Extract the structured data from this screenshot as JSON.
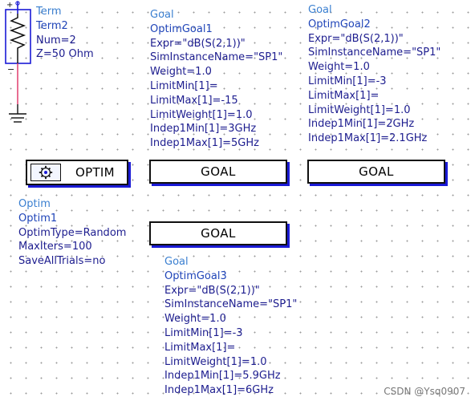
{
  "term": {
    "kind": "Term",
    "name": "Term2",
    "params": [
      "Num=2",
      "Z=50 Ohm"
    ]
  },
  "optim": {
    "kind": "Optim",
    "name": "Optim1",
    "params": [
      "OptimType=Random",
      "MaxIters=100",
      "SaveAllTrials=no"
    ],
    "box_label": "OPTIM"
  },
  "goals": [
    {
      "kind": "Goal",
      "name": "OptimGoal1",
      "params": [
        "Expr=\"dB(S(2,1))\"",
        "SimInstanceName=\"SP1\"",
        "Weight=1.0",
        "LimitMin[1]=",
        "LimitMax[1]=-15",
        "LimitWeight[1]=1.0",
        "Indep1Min[1]=3GHz",
        "Indep1Max[1]=5GHz"
      ],
      "box_label": "GOAL"
    },
    {
      "kind": "Goal",
      "name": "OptimGoal2",
      "params": [
        "Expr=\"dB(S(2,1))\"",
        "SimInstanceName=\"SP1\"",
        "Weight=1.0",
        "LimitMin[1]=-3",
        "LimitMax[1]=",
        "LimitWeight[1]=1.0",
        "Indep1Min[1]=2GHz",
        "Indep1Max[1]=2.1GHz"
      ],
      "box_label": "GOAL"
    },
    {
      "kind": "Goal",
      "name": "OptimGoal3",
      "params": [
        "Expr=\"dB(S(2,1))\"",
        "SimInstanceName=\"SP1\"",
        "Weight=1.0",
        "LimitMin[1]=-3",
        "LimitMax[1]=",
        "LimitWeight[1]=1.0",
        "Indep1Min[1]=5.9GHz",
        "Indep1Max[1]=6GHz"
      ],
      "box_label": "GOAL"
    }
  ],
  "watermark": "CSDN @Ysq0907",
  "colors": {
    "param_text": "#1d1d8f",
    "kind_text": "#3a7fd0",
    "box_shadow": "#1a1ad6",
    "wire": "#e03c6e"
  },
  "icons": {
    "term": "resistor-port-icon",
    "ground": "ground-icon",
    "optim": "optimizer-gear-icon"
  }
}
